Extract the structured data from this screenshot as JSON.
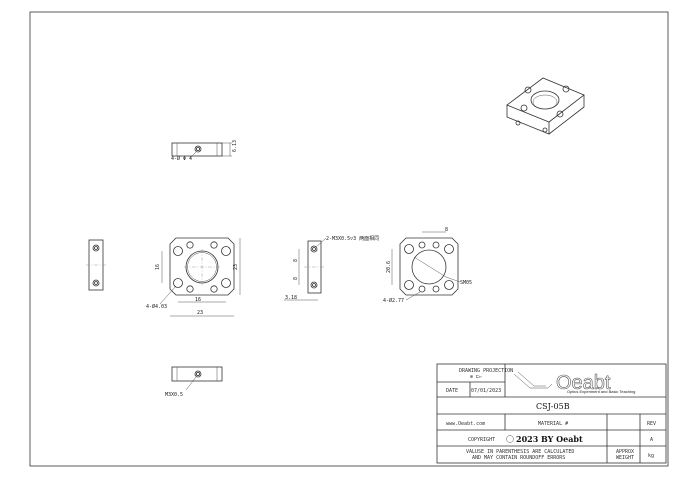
{
  "drawing": {
    "top_view": {
      "callout": "4-Ø Φ 4",
      "height_dim": "6.13"
    },
    "front_view": {
      "width_dim": "23",
      "height_dim": "23",
      "spacing_h": "16",
      "spacing_v": "16",
      "hole_callout": "4-Ø4.03"
    },
    "side_view": {
      "thread_callout": "2-M3X0.5▽3 两面相同",
      "dim_a": "8",
      "dim_b": "8",
      "offset": "3.18"
    },
    "back_view": {
      "top_dim": "8",
      "height_dim": "20.6",
      "thread": "SM05",
      "hole_callout": "4-Ø2.77"
    },
    "bottom_view": {
      "callout": "M3X0.5"
    }
  },
  "title_block": {
    "drawing_projection_label": "DRAWING PROJECTION",
    "projection_symbol": "⊕ ⊏▻",
    "date_label": "DATE",
    "date": "07/01/2023",
    "logo_text": "Oeabt",
    "logo_tagline": "Optics Experiment and Basic Teaching",
    "part_number": "CSJ-05B",
    "website": "www.Oeabt.com",
    "material_label": "MATERIAL #",
    "rev_label": "REV",
    "rev": "A",
    "copyright_label": "COPYRIGHT",
    "copyright": "2023 BY Oeabt",
    "note_line1": "VALUSE IN PARENTHESIS ARE CALCULATED",
    "note_line2": "AND MAY CONTAIN ROUNDOFF ERRORS",
    "approx_weight_label1": "APPROX",
    "approx_weight_label2": "WEIGHT",
    "weight_unit": "kg"
  }
}
